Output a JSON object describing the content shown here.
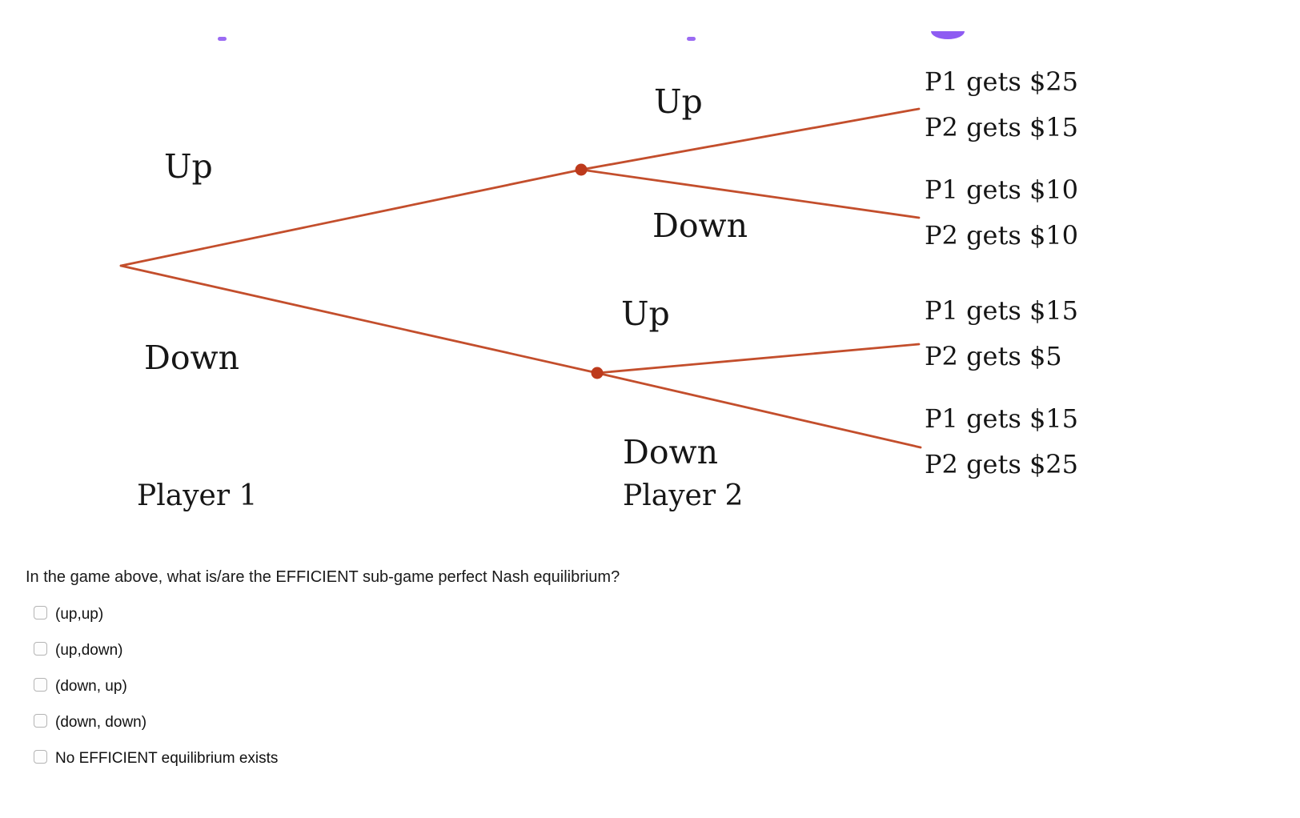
{
  "colors": {
    "tree_line": "#c34e2c",
    "tree_node": "#bd3a1c",
    "purple_artifact": "#8e5bf2"
  },
  "tree": {
    "labels": {
      "p1_up": "Up",
      "p1_down": "Down",
      "player1": "Player 1",
      "p2_top_up": "Up",
      "p2_top_down": "Down",
      "p2_bottom_up": "Up",
      "p2_bottom_down": "Down",
      "player2": "Player 2"
    },
    "payoffs": [
      {
        "p1": "P1 gets $25",
        "p2": "P2 gets $15"
      },
      {
        "p1": "P1 gets $10",
        "p2": "P2 gets $10"
      },
      {
        "p1": "P1 gets $15",
        "p2": "P2 gets $5"
      },
      {
        "p1": "P1 gets $15",
        "p2": "P2 gets $25"
      }
    ]
  },
  "question": {
    "text": "In the game above, what is/are the EFFICIENT sub-game perfect Nash equilibrium?",
    "options": [
      {
        "label": "(up,up)",
        "checked": false
      },
      {
        "label": "(up,down)",
        "checked": false
      },
      {
        "label": "(down, up)",
        "checked": false
      },
      {
        "label": "(down, down)",
        "checked": false
      },
      {
        "label": "No EFFICIENT equilibrium exists",
        "checked": false
      }
    ]
  }
}
